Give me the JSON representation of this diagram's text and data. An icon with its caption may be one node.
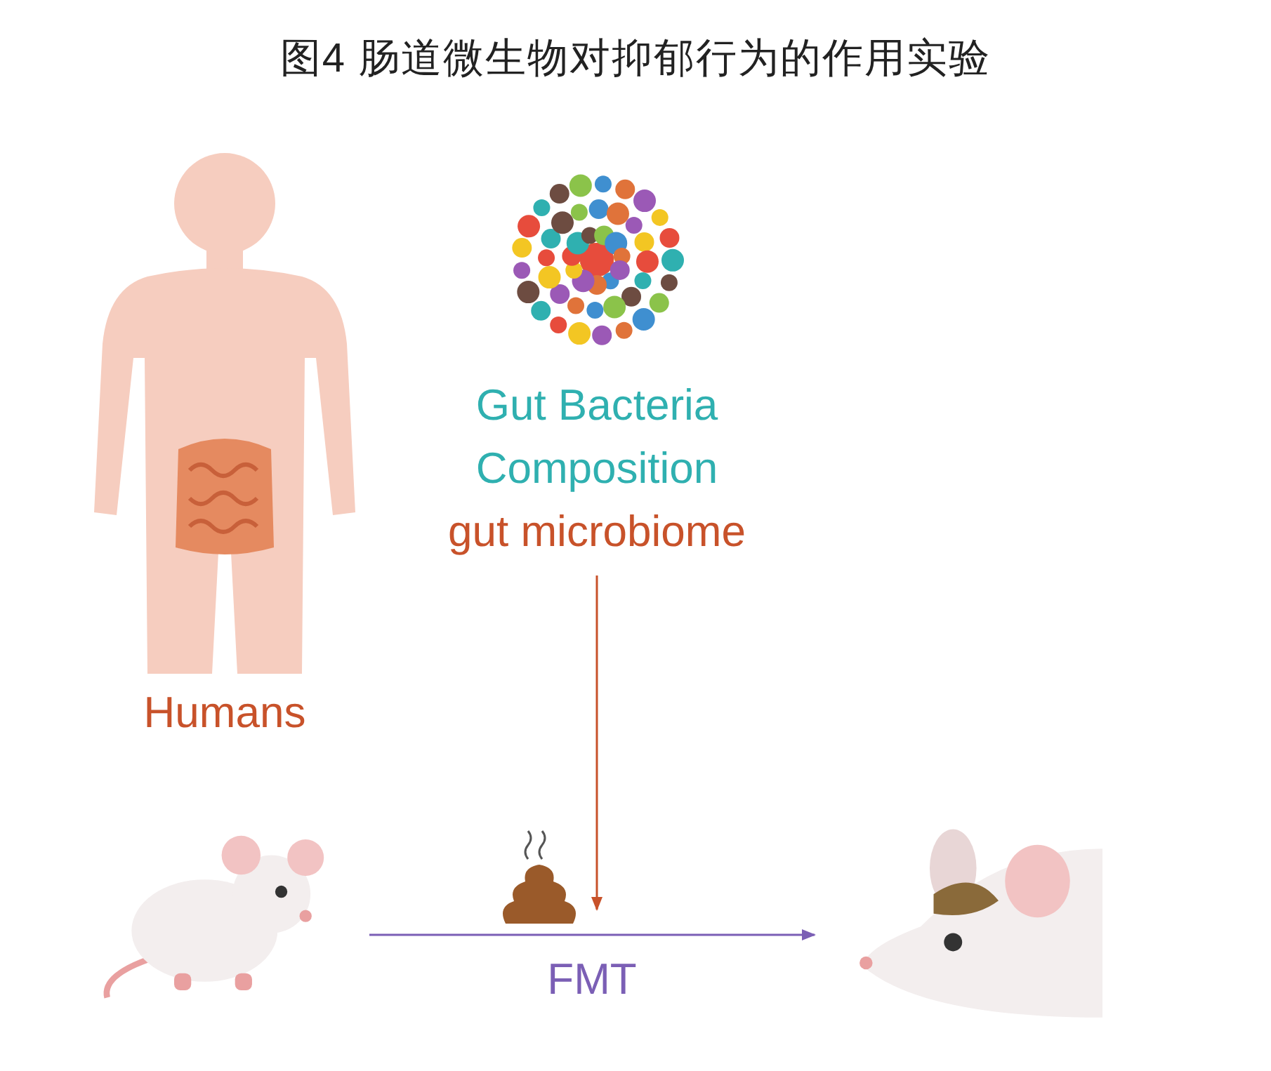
{
  "diagram": {
    "title": "图4 肠道微生物对抑郁行为的作用实验",
    "nodes": [
      {
        "text": [
          "Humans"
        ]
      },
      {
        "text": [
          "Gut Bacteria Composition",
          "gut microbiome"
        ]
      },
      {
        "text": [],
        "shape": "picture"
      },
      {
        "text": [],
        "shape": "picture"
      },
      {
        "text": [],
        "shape": "picture"
      }
    ],
    "edges": [
      {
        "from": 1,
        "to": 3,
        "arrow": "to",
        "color": "#c8522a"
      },
      {
        "from": 2,
        "to": 4,
        "arrow": "to",
        "label": "FMT",
        "color": "#7b5fb5"
      }
    ]
  }
}
